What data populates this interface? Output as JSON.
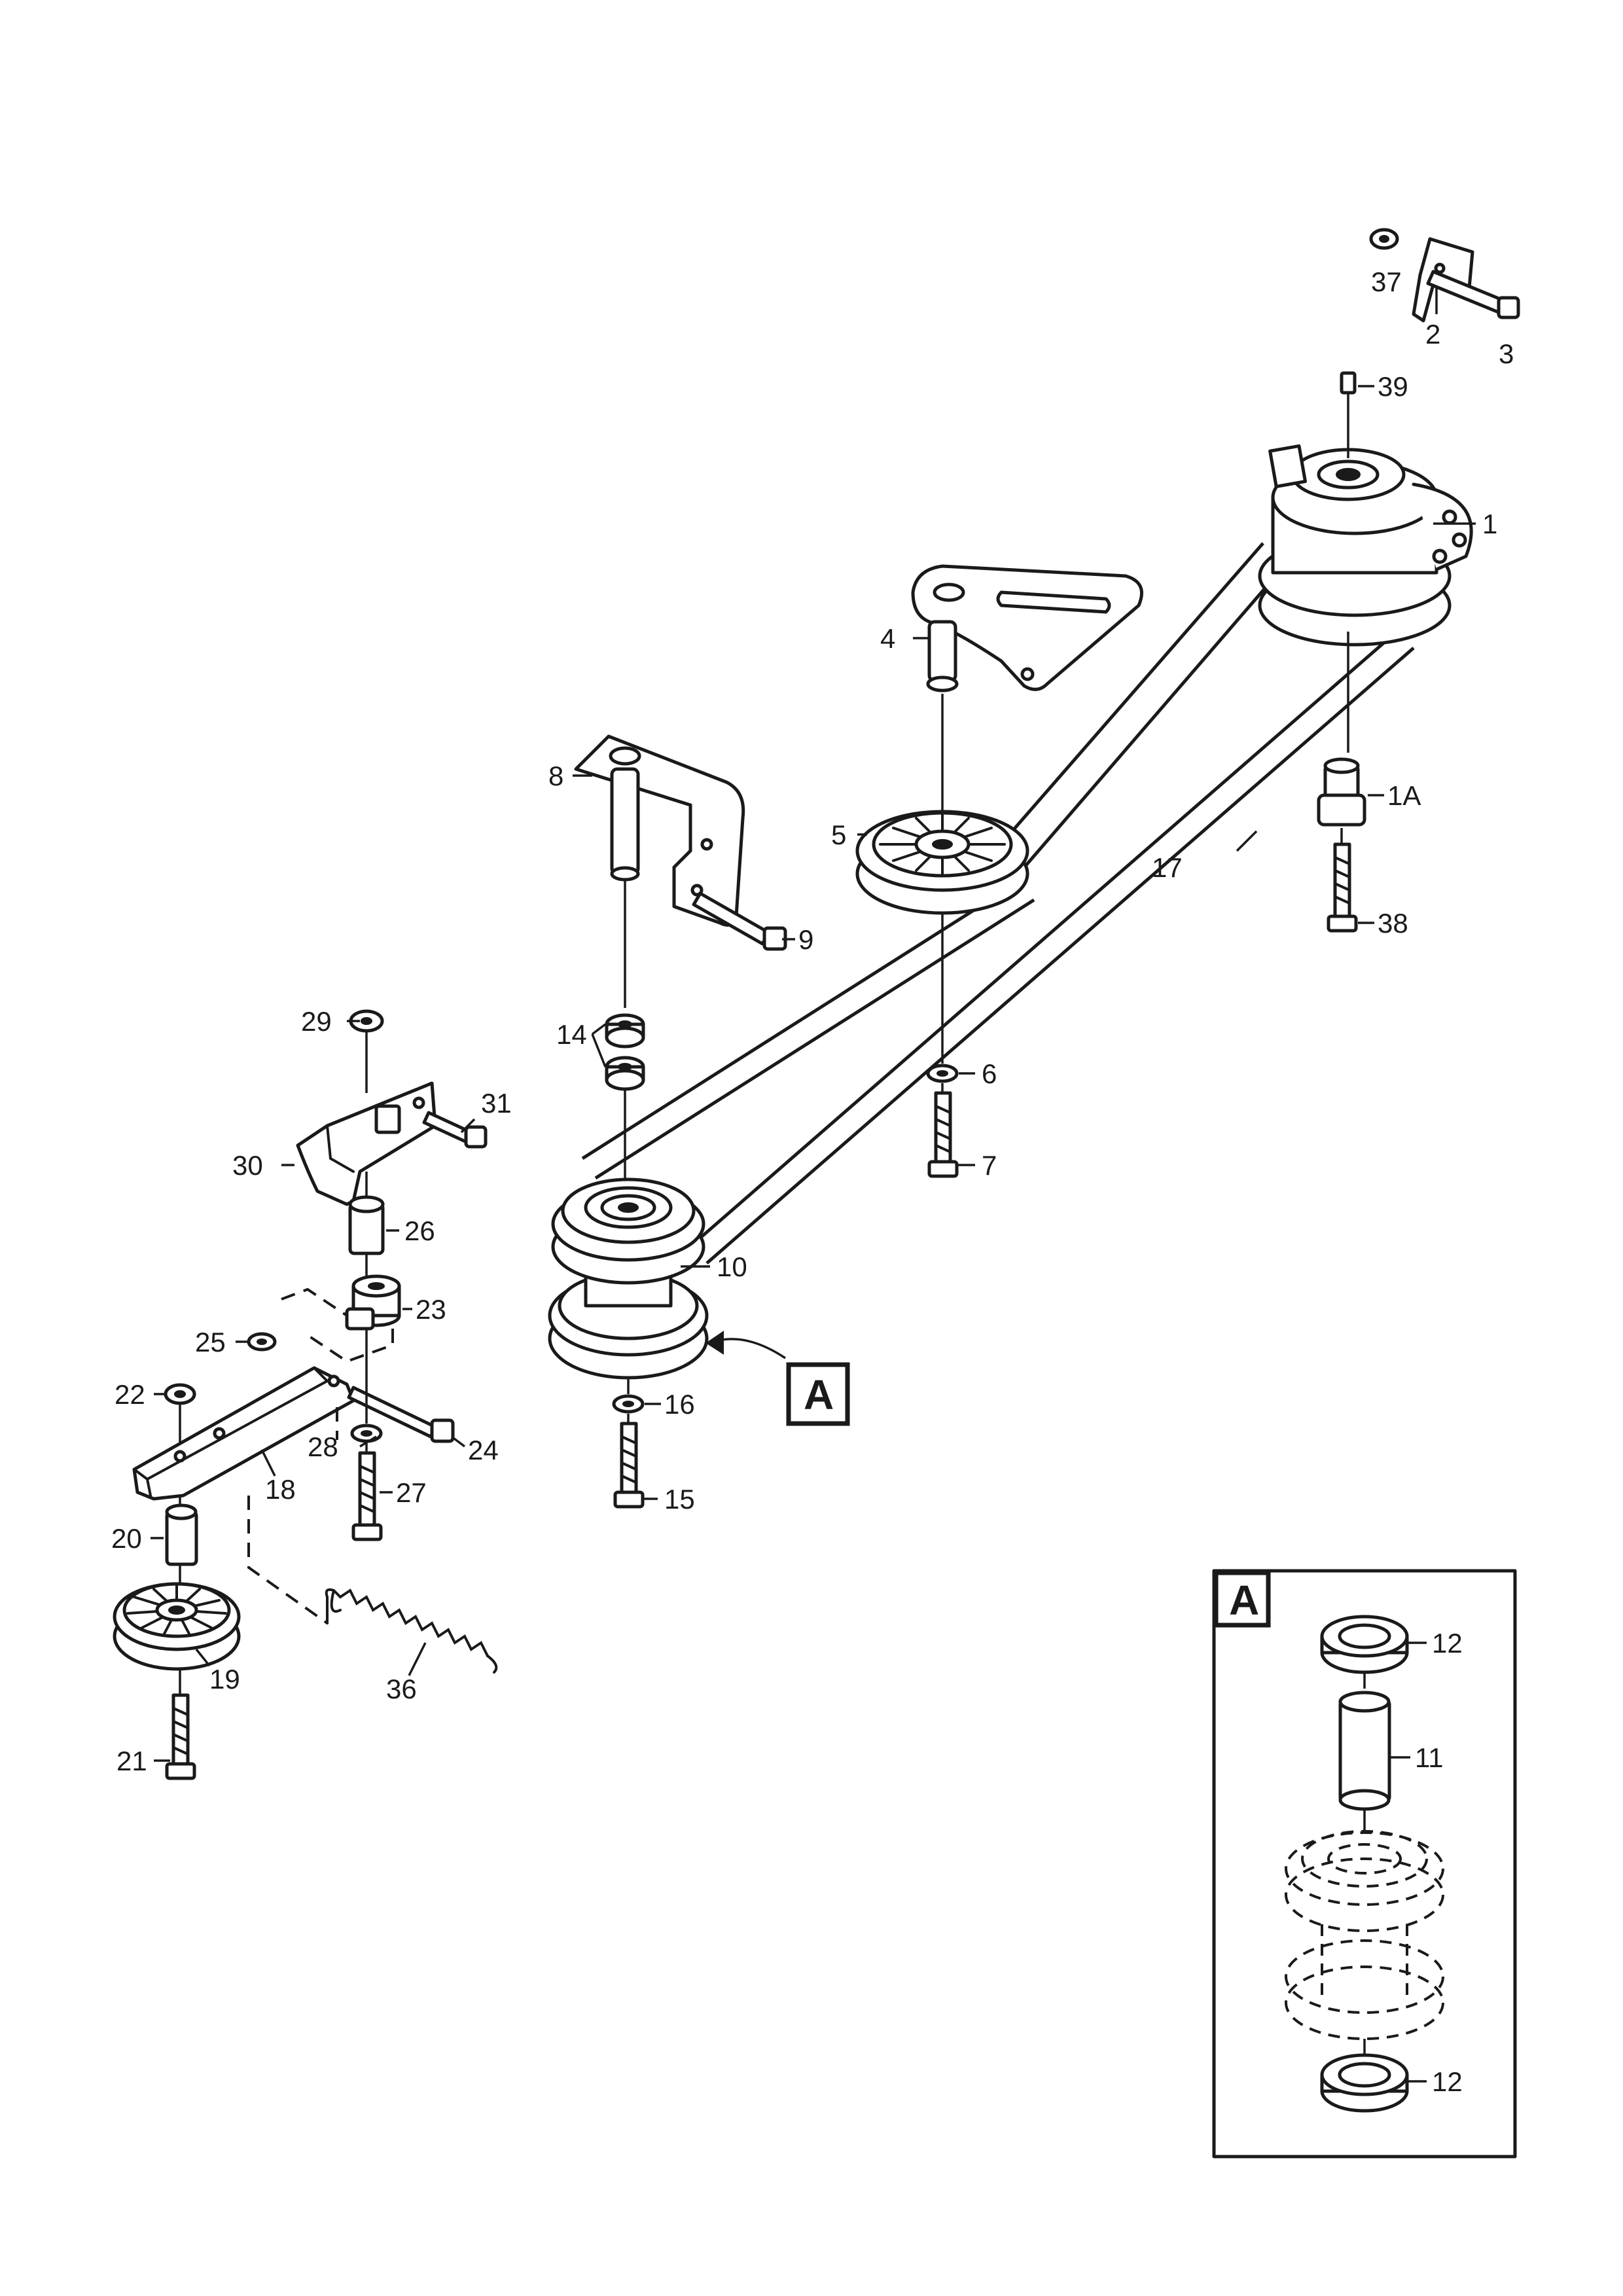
{
  "labels": {
    "p1": "1",
    "p1a": "1A",
    "p2": "2",
    "p3": "3",
    "p4": "4",
    "p5": "5",
    "p6": "6",
    "p7": "7",
    "p8": "8",
    "p9": "9",
    "p10": "10",
    "p11": "11",
    "p12": "12",
    "p14": "14",
    "p15": "15",
    "p16": "16",
    "p17": "17",
    "p18": "18",
    "p19": "19",
    "p20": "20",
    "p21": "21",
    "p22": "22",
    "p23": "23",
    "p24": "24",
    "p25": "25",
    "p26": "26",
    "p27": "27",
    "p28": "28",
    "p29": "29",
    "p30": "30",
    "p31": "31",
    "p36": "36",
    "p37": "37",
    "p38": "38",
    "p39": "39"
  },
  "callout": {
    "detail_label": "A"
  },
  "colors": {
    "line": "#1a1a1a",
    "background": "#ffffff"
  }
}
